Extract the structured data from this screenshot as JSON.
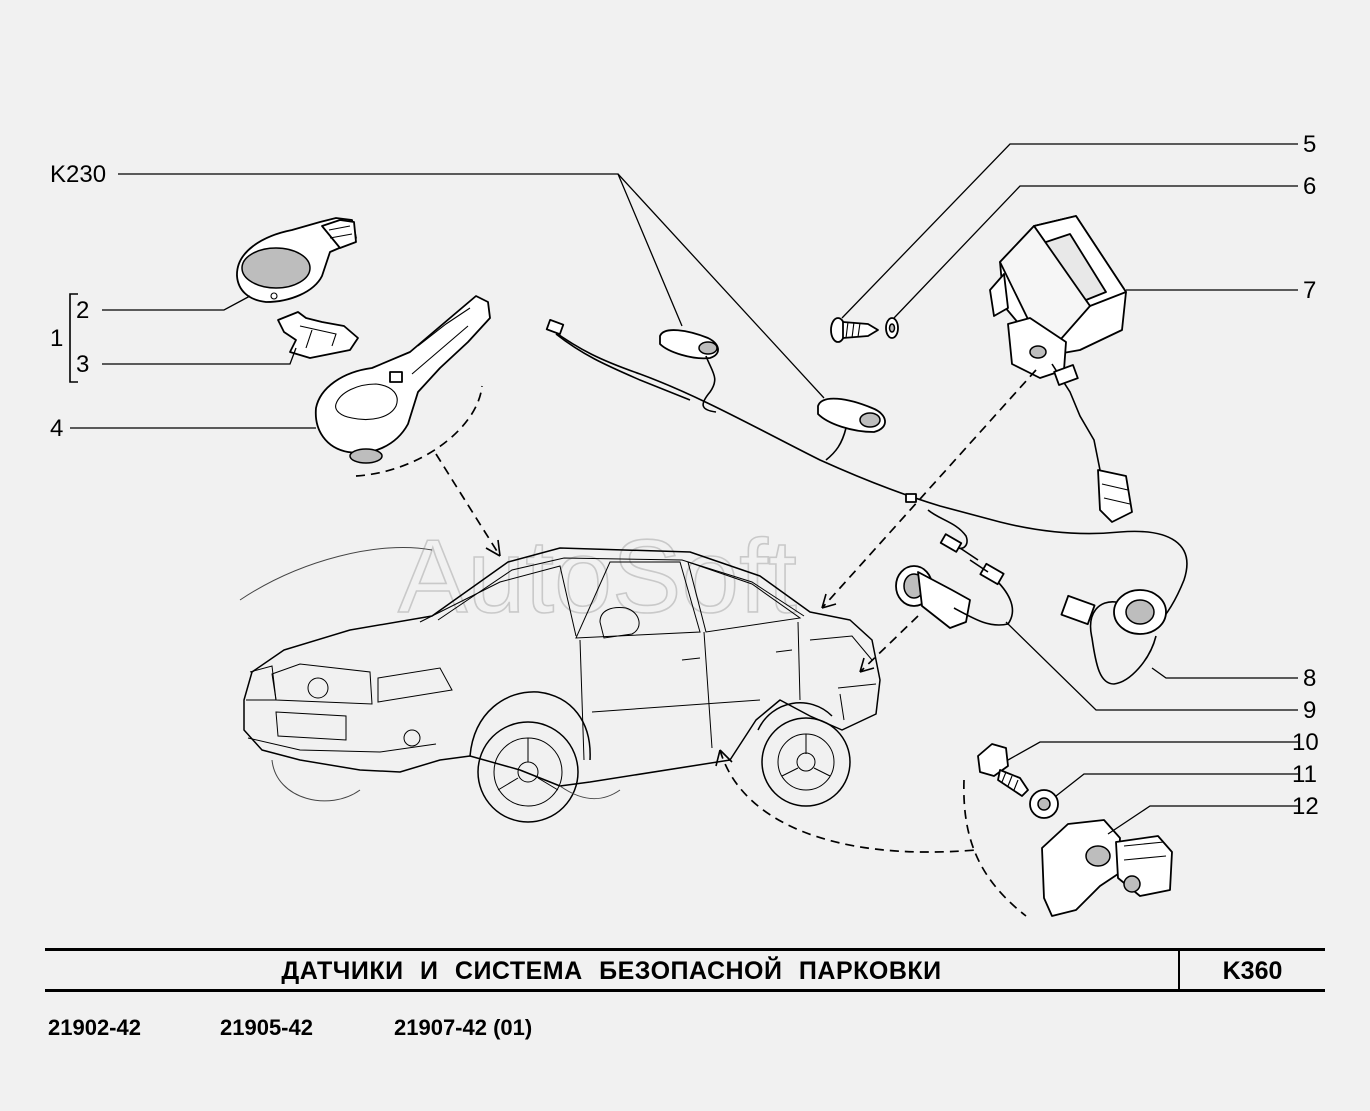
{
  "watermark": "AutoSoft",
  "callouts": {
    "k230": "K230",
    "n1": "1",
    "n2": "2",
    "n3": "3",
    "n4": "4",
    "n5": "5",
    "n6": "6",
    "n7": "7",
    "n8": "8",
    "n9": "9",
    "n10": "10",
    "n11": "11",
    "n12": "12"
  },
  "title_block": {
    "title": "ДАТЧИКИ И СИСТЕМА БЕЗОПАСНОЙ ПАРКОВКИ",
    "code": "K360"
  },
  "models": [
    "21902-42",
    "21905-42",
    "21907-42 (01)"
  ]
}
